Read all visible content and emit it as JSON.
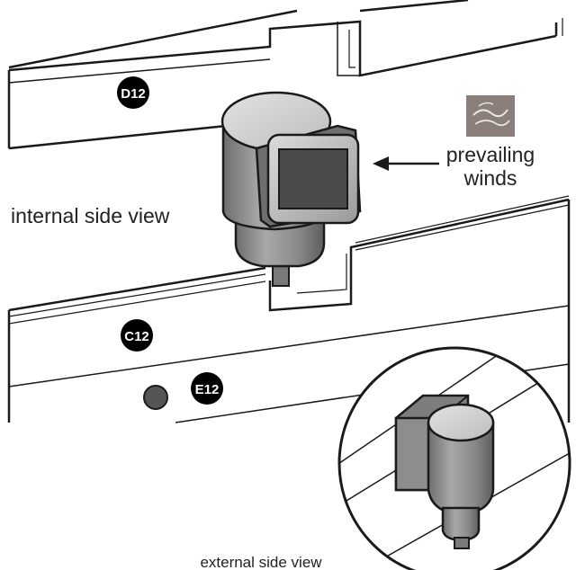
{
  "labels": {
    "internal": "internal side view",
    "prevailing_line1": "prevailing",
    "prevailing_line2": "winds",
    "external": "external side view"
  },
  "badges": {
    "top_panel": "D12",
    "bottom_panel": "C12",
    "hole": "E12"
  },
  "icons": {
    "wind": "wind-swirl-icon",
    "arrow": "arrow-left-icon"
  },
  "colors": {
    "line": "#1a1a1a",
    "body_gray": "#8c8c8c",
    "light_gray": "#d0d0d0",
    "dark_window": "#4a4a4a",
    "badge_bg": "#000000",
    "hole_fill": "#555555",
    "wind_icon_bg": "#8a7f7a"
  }
}
